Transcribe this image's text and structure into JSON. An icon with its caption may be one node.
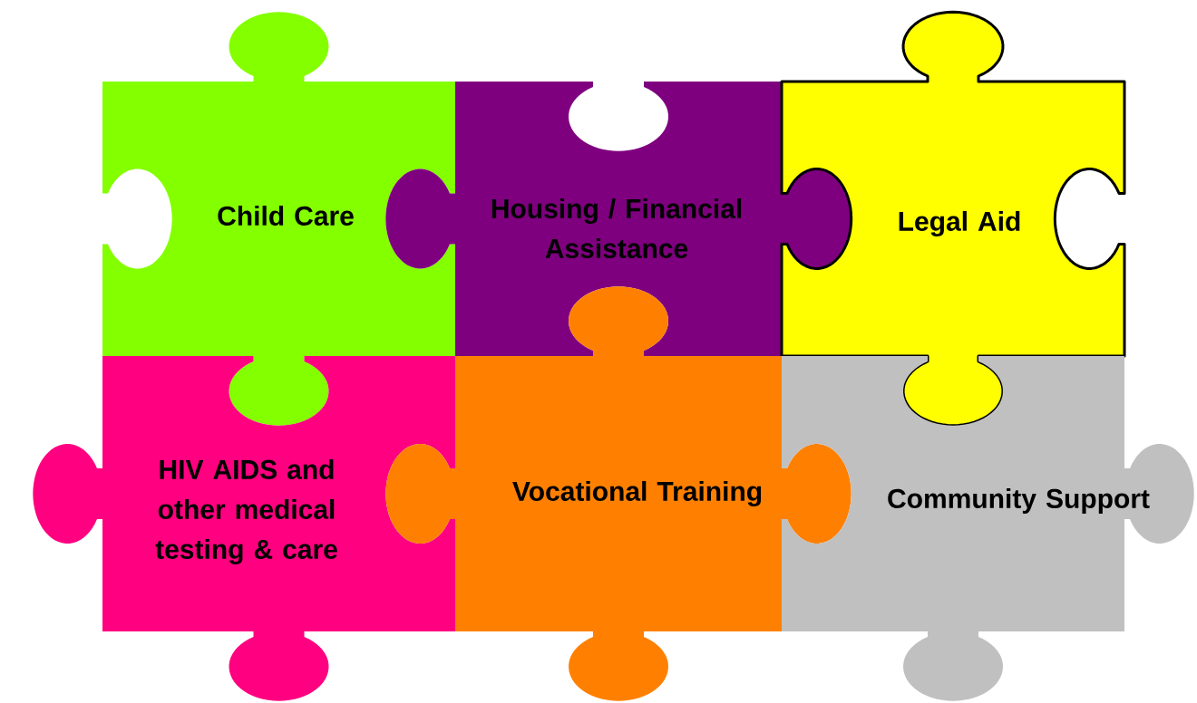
{
  "diagram": {
    "nodes": [
      {
        "text": [
          "Child Care"
        ]
      },
      {
        "text": [
          "Housing / Financial Assistance"
        ]
      },
      {
        "text": [
          "Legal Aid"
        ]
      },
      {
        "text": [
          "HIV AIDS and other medical testing & care"
        ]
      },
      {
        "text": [
          "Vocational Training"
        ]
      },
      {
        "text": [
          "Community Support"
        ]
      }
    ]
  }
}
